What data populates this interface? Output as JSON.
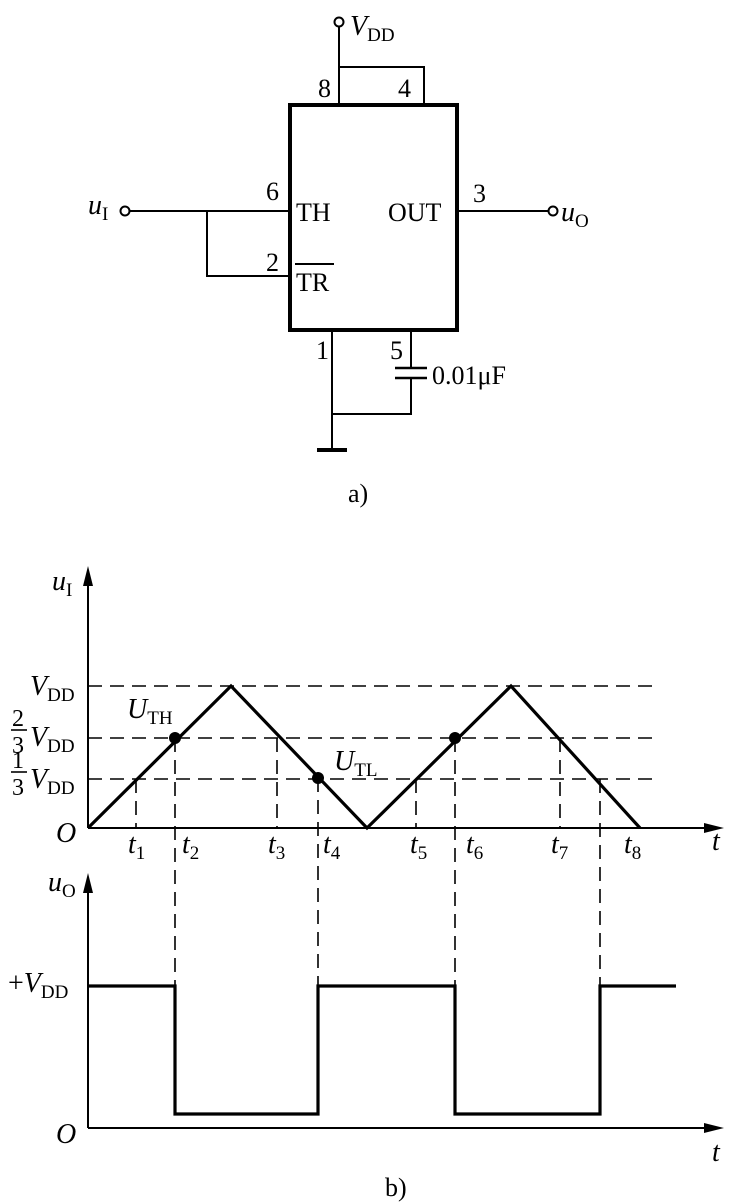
{
  "circuit": {
    "supply": {
      "symbol": "V",
      "sub": "DD"
    },
    "pin_8": "8",
    "pin_4": "4",
    "pin_6": "6",
    "pin_2": "2",
    "pin_3": "3",
    "pin_1": "1",
    "pin_5": "5",
    "label_th": "TH",
    "label_tr": "TR",
    "label_out": "OUT",
    "input": {
      "symbol": "u",
      "sub": "I"
    },
    "output": {
      "symbol": "u",
      "sub": "O"
    },
    "capacitor": "0.01μF",
    "caption": "a)"
  },
  "waveforms": {
    "caption": "b)",
    "upper_axis": {
      "symbol": "u",
      "sub": "I"
    },
    "lower_axis": {
      "symbol": "u",
      "sub": "O"
    },
    "time_label": "t",
    "origin": "O",
    "origin_lower": "O",
    "level_vdd": {
      "symbol": "V",
      "sub": "DD"
    },
    "level_two_thirds": {
      "num": "2",
      "den": "3",
      "symbol": "V",
      "sub": "DD"
    },
    "level_one_third": {
      "num": "1",
      "den": "3",
      "symbol": "V",
      "sub": "DD"
    },
    "output_high": {
      "prefix": "+",
      "symbol": "V",
      "sub": "DD"
    },
    "threshold_high": {
      "symbol": "U",
      "sub": "TH"
    },
    "threshold_low": {
      "symbol": "U",
      "sub": "TL"
    },
    "ticks": [
      {
        "symbol": "t",
        "sub": "1"
      },
      {
        "symbol": "t",
        "sub": "2"
      },
      {
        "symbol": "t",
        "sub": "3"
      },
      {
        "symbol": "t",
        "sub": "4"
      },
      {
        "symbol": "t",
        "sub": "5"
      },
      {
        "symbol": "t",
        "sub": "6"
      },
      {
        "symbol": "t",
        "sub": "7"
      },
      {
        "symbol": "t",
        "sub": "8"
      }
    ]
  }
}
